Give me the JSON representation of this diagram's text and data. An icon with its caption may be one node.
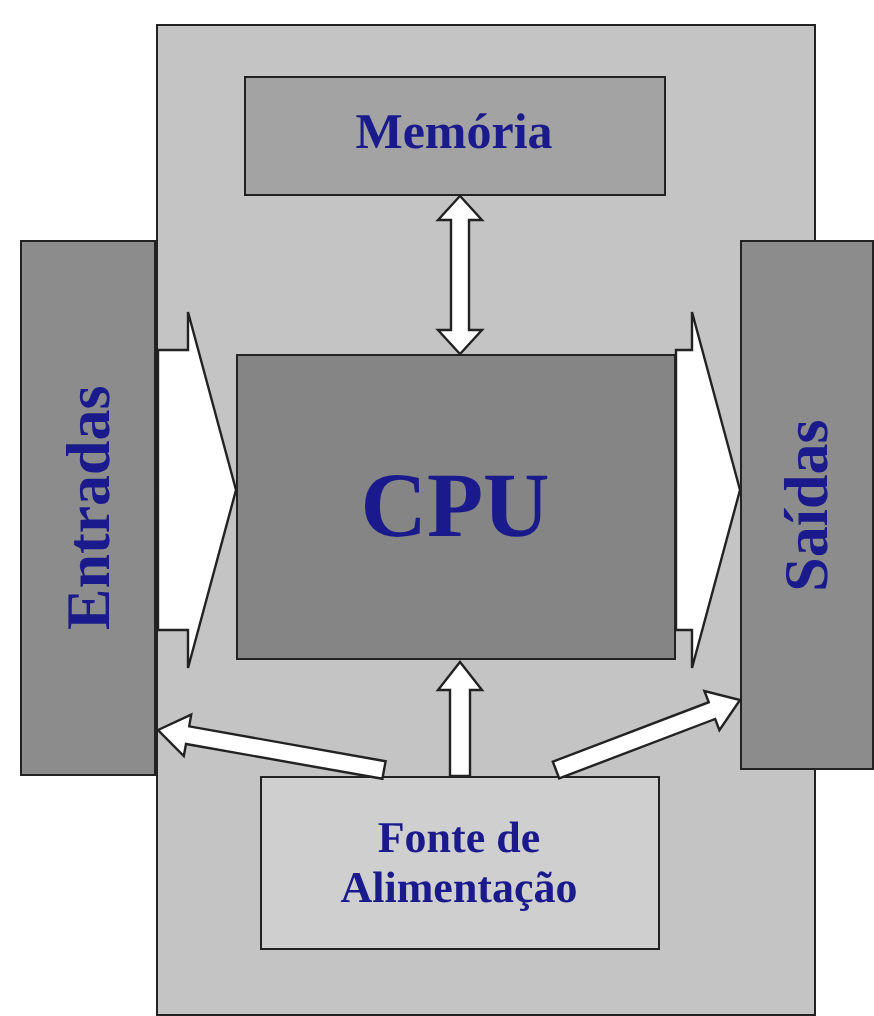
{
  "diagram": {
    "nodes": [
      {
        "text": [],
        "shape": "box"
      },
      {
        "text": [
          "Memória"
        ],
        "in": 0
      },
      {
        "text": [
          "Entradas"
        ]
      },
      {
        "text": [
          "CPU"
        ],
        "in": 0
      },
      {
        "text": [
          "Saídas"
        ]
      },
      {
        "text": [
          "Fonte de Alimentação"
        ],
        "in": 0
      }
    ],
    "edges": [
      {
        "from": 1,
        "to": 3,
        "arrow": "both"
      },
      {
        "from": 2,
        "to": 3,
        "arrow": "to"
      },
      {
        "from": 3,
        "to": 4,
        "arrow": "to"
      },
      {
        "from": 5,
        "to": 3,
        "arrow": "to"
      },
      {
        "from": 5,
        "to": 2,
        "arrow": "to"
      },
      {
        "from": 5,
        "to": 4,
        "arrow": "to"
      }
    ]
  }
}
